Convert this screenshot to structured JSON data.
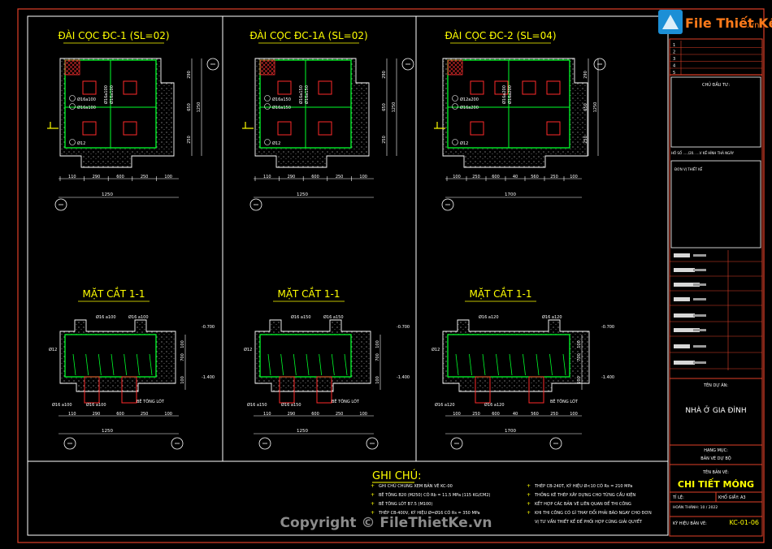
{
  "watermark": {
    "logo_text": "File Thiết Kế",
    "logo_suffix": ".vn",
    "copyright": "Copyright © FileThietKe.vn"
  },
  "panels": [
    {
      "plan_title": "ĐÀI CỌC ĐC-1 (SL=02)",
      "section_title": "MẶT CẮT 1-1",
      "rebar": [
        "Ø16a100",
        "Ø16a100",
        "Ø12"
      ],
      "rebar_vert": [
        "Ø16a100",
        "Ø16a100"
      ],
      "plan_dims_bottom": [
        "110",
        "290",
        "600",
        "250",
        "100"
      ],
      "plan_total": "1250",
      "plan_dims_right": [
        "290",
        "650",
        "250",
        "1250"
      ],
      "sec_dims_bottom": [
        "110",
        "290",
        "600",
        "250",
        "100"
      ],
      "sec_total": "1250",
      "sec_top_labels": [
        "Ø16 a100",
        "Ø16 a100"
      ],
      "sec_bot_labels": [
        "Ø16 a100",
        "Ø16 a100"
      ]
    },
    {
      "plan_title": "ĐÀI CỌC ĐC-1A (SL=02)",
      "section_title": "MẶT CẮT 1-1",
      "rebar": [
        "Ø16a150",
        "Ø16a150",
        "Ø12"
      ],
      "rebar_vert": [
        "Ø16a150",
        "Ø16a150"
      ],
      "plan_dims_bottom": [
        "110",
        "290",
        "600",
        "250",
        "100"
      ],
      "plan_total": "1250",
      "plan_dims_right": [
        "290",
        "650",
        "250",
        "1250"
      ],
      "sec_dims_bottom": [
        "110",
        "290",
        "600",
        "250",
        "100"
      ],
      "sec_total": "1250",
      "sec_top_labels": [
        "Ø16 a150",
        "Ø16 a150"
      ],
      "sec_bot_labels": [
        "Ø16 a150",
        "Ø16 a150"
      ]
    },
    {
      "plan_title": "ĐÀI CỌC ĐC-2 (SL=04)",
      "section_title": "MẶT CẮT 1-1",
      "rebar": [
        "Ø12a200",
        "Ø16a200",
        "Ø12"
      ],
      "rebar_vert": [
        "Ø16a200",
        "Ø16a200"
      ],
      "plan_dims_bottom": [
        "100",
        "250",
        "600",
        "40",
        "560",
        "250",
        "100"
      ],
      "plan_total": "1700",
      "plan_dims_right": [
        "290",
        "650",
        "250",
        "1250"
      ],
      "sec_dims_bottom": [
        "100",
        "250",
        "600",
        "40",
        "560",
        "250",
        "100"
      ],
      "sec_total": "1700",
      "sec_top_labels": [
        "Ø16 a120",
        "Ø16 a120"
      ],
      "sec_bot_labels": [
        "Ø16 a120",
        "Ø16 a120"
      ]
    }
  ],
  "section_common": {
    "level_top": "-0.700",
    "level_bot": "-1.400",
    "h_dims": [
      "100",
      "700",
      "100"
    ],
    "lean_concrete": "BÊ TÔNG LÓT",
    "side_bar": "Ø12"
  },
  "notes": {
    "title": "GHI CHÚ:",
    "left": [
      "GHI CHÚ CHUNG XEM BẢN VẼ KC-00",
      "BÊ TÔNG B20 (M250) CÓ Rb = 11.5 MPa (115 KG/CM2)",
      "BÊ TÔNG LÓT B7.5 (M100)",
      "THÉP CB-400V, KÝ HIỆU Ø=Ø16 CÓ Rs = 350 MPa"
    ],
    "right": [
      "THÉP CB-240T, KÝ HIỆU Ø<10 CÓ Rs = 210 MPa",
      "THỐNG KÊ THÉP XÂY DỰNG CHO TỪNG CẤU KIỆN",
      "KẾT HỢP CÁC BẢN VẼ LIÊN QUAN ĐỂ THI CÔNG",
      "KHI THI CÔNG CÓ GÌ THAY ĐỔI PHẢI BÁO NGAY CHO ĐƠN",
      "VỊ TƯ VẤN THIẾT KẾ ĐỂ PHỐI HỢP CÙNG GIẢI QUYẾT"
    ]
  },
  "title_block": {
    "rev_rows": [
      "1",
      "2",
      "3",
      "4",
      "5"
    ],
    "owner_label": "CHỦ ĐẦU TƯ:",
    "cert_line": "HỒ SỐ ...../20.. ...V KẾ HỈNH THẢ NGÀY",
    "design_unit": "ĐƠN VỊ THIẾT KẾ",
    "project_label": "TÊN DỰ ÁN:",
    "project_name": "NHÀ Ở GIA ĐÌNH",
    "category_label": "HẠNG MỤC:",
    "category_value": "BẢN VẼ DỰ BỘ",
    "drawing_label": "TÊN BẢN VẼ:",
    "drawing_name": "CHI TIẾT MÓNG",
    "scale_label": "TỈ LỆ:",
    "sheet_label": "KHỔ GIẤY: A3",
    "date_line": "HOÀN THÀNH: 10 / 2022",
    "drawing_no_label": "KÝ HIỆU BẢN VẼ:",
    "drawing_no": "KC-01-06"
  },
  "colors": {
    "frame": "#e04028",
    "border": "#ffffff",
    "concrete": "#ffffff",
    "rebar": "#00ff2a",
    "pile": "#ff2a2a",
    "text": "#ffffff",
    "title": "#ffff00",
    "gridline": "#2a8a2a"
  }
}
